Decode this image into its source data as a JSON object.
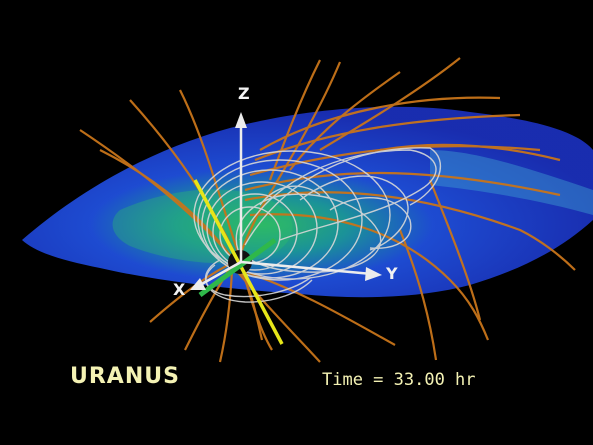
{
  "planet_label": "URANUS",
  "time_readout": "Time = 33.00 hr",
  "axes": {
    "x": "X",
    "y": "Y",
    "z": "Z"
  },
  "colors": {
    "background": "#000000",
    "current_sheet": "#1f3fd6",
    "sheet_glow": "#2fbf6a",
    "closed_field_lines": "#d8d8d8",
    "open_field_lines": "#c8741a",
    "rotation_axis": "#e6e619",
    "magnetic_axis": "#2fb84a",
    "text": "#f4f2b4"
  }
}
